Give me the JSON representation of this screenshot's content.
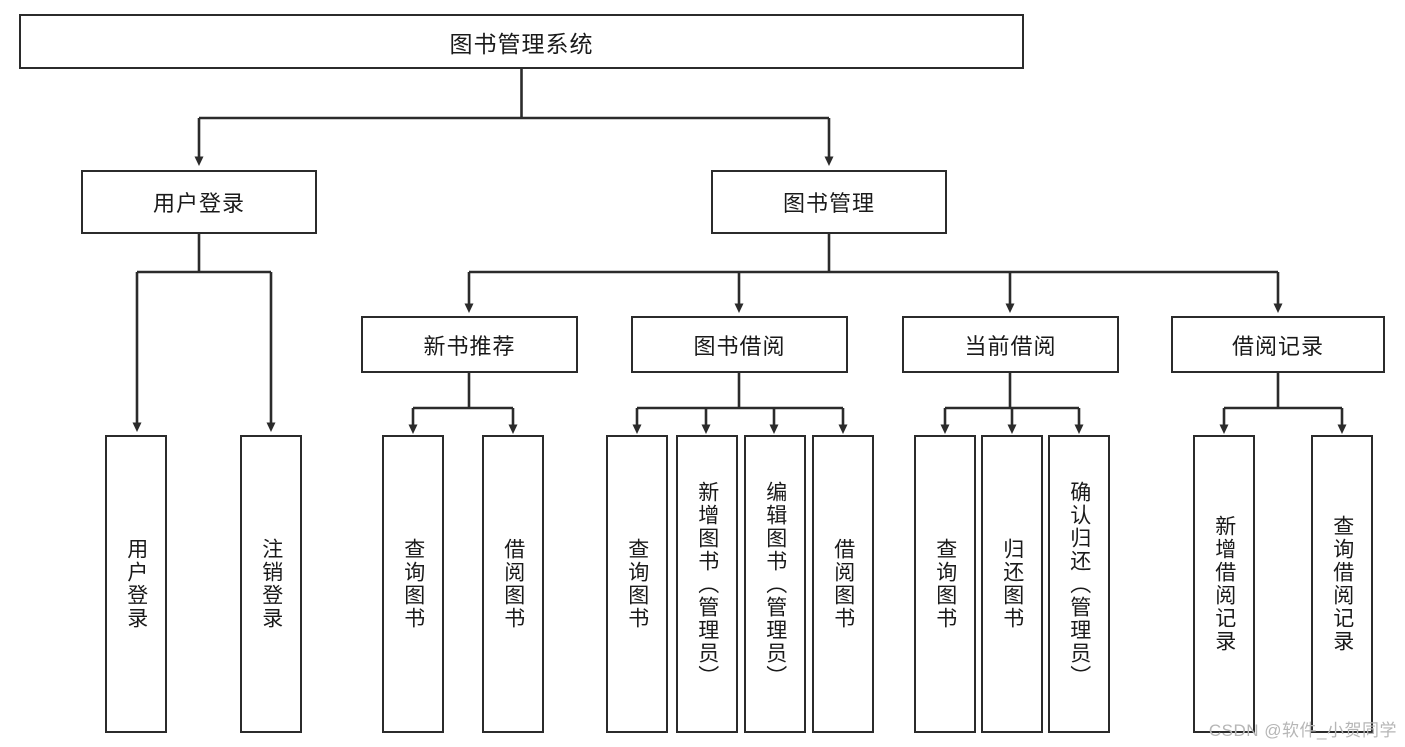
{
  "diagram": {
    "type": "tree-hierarchy",
    "title": "图书管理系统",
    "colors": {
      "box_border": "#2b2b2b",
      "box_fill": "#ffffff",
      "line": "#2b2b2b",
      "text": "#1a1a1a",
      "watermark": "#b6b6b6"
    },
    "root": {
      "label": "图书管理系统"
    },
    "level2": [
      {
        "label": "用户登录"
      },
      {
        "label": "图书管理"
      }
    ],
    "level3": [
      {
        "label": "新书推荐"
      },
      {
        "label": "图书借阅"
      },
      {
        "label": "当前借阅"
      },
      {
        "label": "借阅记录"
      }
    ],
    "leaves": {
      "user_login": [
        {
          "label": "用户登录"
        },
        {
          "label": "注销登录"
        }
      ],
      "new_book_recommend": [
        {
          "label": "查询图书"
        },
        {
          "label": "借阅图书"
        }
      ],
      "book_borrow": [
        {
          "label": "查询图书"
        },
        {
          "label": "新增图书（管理员）"
        },
        {
          "label": "编辑图书（管理员）"
        },
        {
          "label": "借阅图书"
        }
      ],
      "current_borrow": [
        {
          "label": "查询图书"
        },
        {
          "label": "归还图书"
        },
        {
          "label": "确认归还（管理员）"
        }
      ],
      "borrow_record": [
        {
          "label": "新增借阅记录"
        },
        {
          "label": "查询借阅记录"
        }
      ]
    }
  },
  "watermark": {
    "text": "CSDN @软件_小贺同学"
  }
}
